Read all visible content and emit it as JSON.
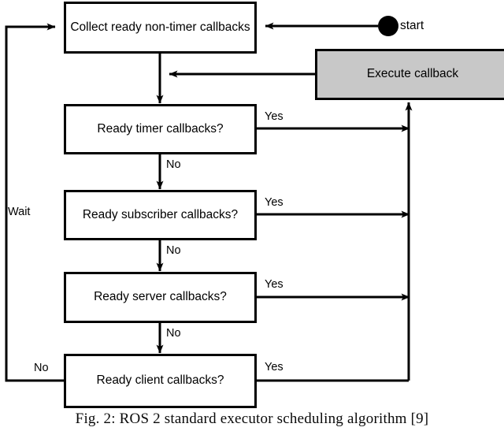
{
  "figure": {
    "caption": "Fig. 2: ROS 2 standard executor scheduling algorithm [9]",
    "colors": {
      "stroke": "#000000",
      "node_fill": "#ffffff",
      "highlight_fill": "#c8c8c8",
      "background": "#ffffff"
    }
  },
  "nodes": {
    "start": {
      "label": "start",
      "shape": "filled-circle"
    },
    "collect": {
      "label": "Collect ready non-timer callbacks",
      "shape": "rectangle",
      "fill": "#ffffff"
    },
    "execute": {
      "label": "Execute callback",
      "shape": "rectangle",
      "fill": "#c8c8c8"
    },
    "timer": {
      "label": "Ready timer callbacks?",
      "shape": "rectangle",
      "fill": "#ffffff"
    },
    "subscriber": {
      "label": "Ready subscriber callbacks?",
      "shape": "rectangle",
      "fill": "#ffffff"
    },
    "server": {
      "label": "Ready server callbacks?",
      "shape": "rectangle",
      "fill": "#ffffff"
    },
    "client": {
      "label": "Ready client callbacks?",
      "shape": "rectangle",
      "fill": "#ffffff"
    }
  },
  "edge_labels": {
    "wait": "Wait",
    "timer_yes": "Yes",
    "timer_no": "No",
    "subscriber_yes": "Yes",
    "subscriber_no": "No",
    "server_yes": "Yes",
    "server_no": "No",
    "client_yes": "Yes",
    "client_no": "No"
  }
}
